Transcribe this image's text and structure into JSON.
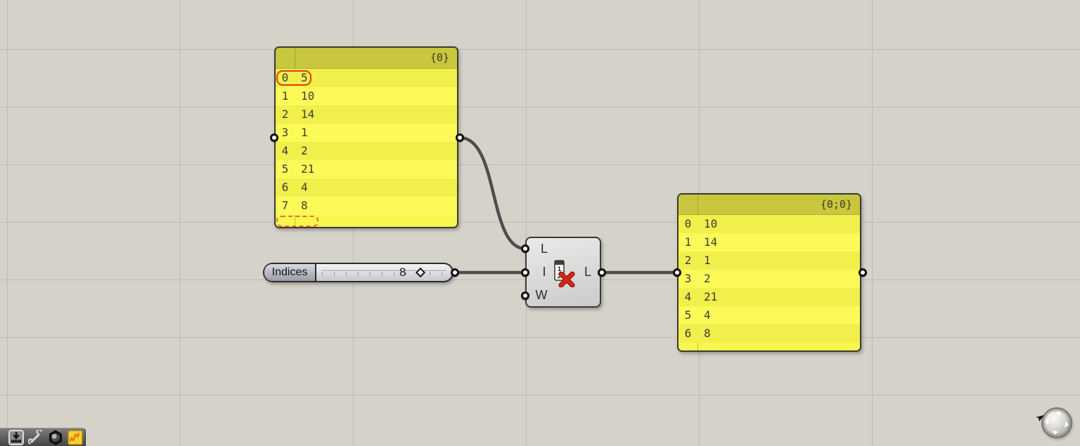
{
  "panel1": {
    "header": "{0}",
    "rows": [
      [
        "0",
        "5"
      ],
      [
        "1",
        "10"
      ],
      [
        "2",
        "14"
      ],
      [
        "3",
        "1"
      ],
      [
        "4",
        "2"
      ],
      [
        "5",
        "21"
      ],
      [
        "6",
        "4"
      ],
      [
        "7",
        "8"
      ]
    ],
    "highlight_row_index": 0,
    "trailing_row_dashed": true
  },
  "panel2": {
    "header": "{0;0}",
    "rows": [
      [
        "0",
        "10"
      ],
      [
        "1",
        "14"
      ],
      [
        "2",
        "1"
      ],
      [
        "3",
        "2"
      ],
      [
        "4",
        "21"
      ],
      [
        "5",
        "4"
      ],
      [
        "6",
        "8"
      ]
    ]
  },
  "slider": {
    "label": "Indices",
    "value": "8"
  },
  "component": {
    "name": "cull-index",
    "inputs": [
      "L",
      "I",
      "W"
    ],
    "output": "L"
  },
  "toolbar": {
    "icons": [
      "new-definition-icon",
      "wrench-icon",
      "nut-solver-icon",
      "fancy-wires-icon"
    ]
  },
  "colors": {
    "canvas_bg": "#d5d2ca",
    "grid_line": "#bdbab2",
    "panel_yellow": "#f8f750",
    "panel_header": "#c8c73e",
    "highlight_red": "#e23c12",
    "trailing_dash_orange": "#ea7030",
    "wire": "#4d4d4d"
  }
}
